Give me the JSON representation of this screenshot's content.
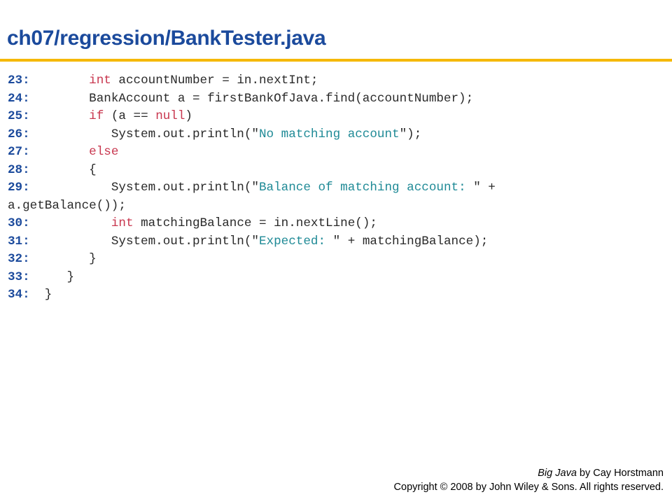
{
  "slide": {
    "title": "ch07/regression/BankTester.java"
  },
  "code": {
    "lines": [
      {
        "num": "23:",
        "segments": [
          {
            "text": "        "
          },
          {
            "text": "int",
            "style": "kw"
          },
          {
            "text": " accountNumber = in.nextInt;"
          }
        ]
      },
      {
        "num": "24:",
        "segments": [
          {
            "text": "        BankAccount a = firstBankOfJava.find(accountNumber);"
          }
        ]
      },
      {
        "num": "25:",
        "segments": [
          {
            "text": "        "
          },
          {
            "text": "if",
            "style": "kw"
          },
          {
            "text": " (a == "
          },
          {
            "text": "null",
            "style": "kw"
          },
          {
            "text": ")"
          }
        ]
      },
      {
        "num": "26:",
        "segments": [
          {
            "text": "           System.out.println(\""
          },
          {
            "text": "No matching account",
            "style": "str"
          },
          {
            "text": "\");"
          }
        ]
      },
      {
        "num": "27:",
        "segments": [
          {
            "text": "        "
          },
          {
            "text": "else",
            "style": "kw"
          }
        ]
      },
      {
        "num": "28:",
        "segments": [
          {
            "text": "        {"
          }
        ]
      },
      {
        "num": "29:",
        "segments": [
          {
            "text": "           System.out.println(\""
          },
          {
            "text": "Balance of matching account: ",
            "style": "str"
          },
          {
            "text": "\" +"
          }
        ]
      },
      {
        "num": "",
        "segments": [
          {
            "text": "a.getBalance());"
          }
        ]
      },
      {
        "num": "30:",
        "segments": [
          {
            "text": "           "
          },
          {
            "text": "int",
            "style": "kw"
          },
          {
            "text": " matchingBalance = in.nextLine();"
          }
        ]
      },
      {
        "num": "31:",
        "segments": [
          {
            "text": "           System.out.println(\""
          },
          {
            "text": "Expected: ",
            "style": "str"
          },
          {
            "text": "\" + matchingBalance);"
          }
        ]
      },
      {
        "num": "32:",
        "segments": [
          {
            "text": "        }"
          }
        ]
      },
      {
        "num": "33:",
        "segments": [
          {
            "text": "     }"
          }
        ]
      },
      {
        "num": "34:",
        "segments": [
          {
            "text": "  }"
          }
        ]
      }
    ]
  },
  "footer": {
    "book_title": "Big Java",
    "author": " by Cay Horstmann",
    "copyright": "Copyright © 2008 by John Wiley & Sons.  All rights reserved."
  },
  "colors": {
    "title": "#1b4a9c",
    "rule": "#f5b800",
    "line_number": "#1b4a9c",
    "keyword": "#c8374f",
    "string": "#1f8a96",
    "code_text": "#2a2a2a"
  }
}
